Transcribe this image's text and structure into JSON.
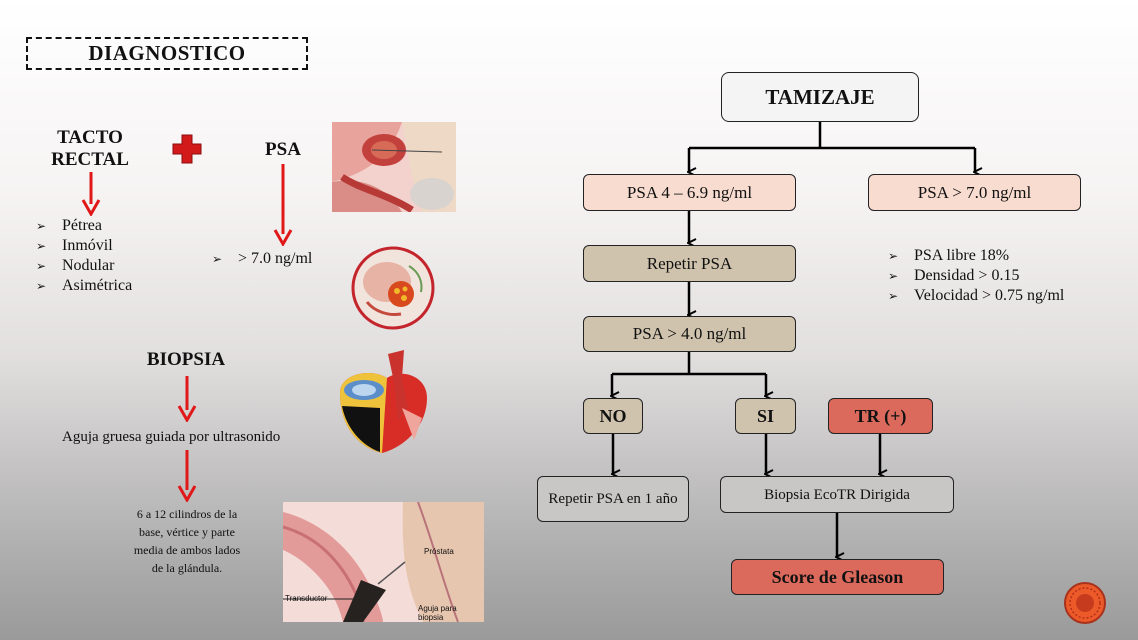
{
  "title": "DIAGNOSTICO",
  "tacto": {
    "heading": "TACTO RECTAL",
    "items": [
      "Pétrea",
      "Inmóvil",
      "Nodular",
      "Asimétrica"
    ]
  },
  "psa": {
    "heading": "PSA",
    "item": "> 7.0 ng/ml"
  },
  "biopsia": {
    "heading": "BIOPSIA",
    "step1": "Aguja gruesa guiada por ultrasonido",
    "step2": "6 a 12 cilindros de la base, vértice y parte media de ambos lados de la glándula."
  },
  "ultrasound_labels": {
    "prostata": "Próstata",
    "transductor": "Transductor",
    "aguja": "Aguja para biopsia"
  },
  "flow": {
    "tamizaje": "TAMIZAJE",
    "psa_mid": "PSA 4 – 6.9 ng/ml",
    "psa_high": "PSA > 7.0 ng/ml",
    "repetir": "Repetir PSA",
    "psa_gt4": "PSA > 4.0 ng/ml",
    "no": "NO",
    "si": "SI",
    "tr": "TR (+)",
    "repetir_anio": "Repetir PSA en 1 año",
    "biopsia_eco": "Biopsia EcoTR Dirigida",
    "score": "Score de Gleason",
    "criteria": [
      "PSA libre 18%",
      "Densidad > 0.15",
      "Velocidad > 0.75 ng/ml"
    ]
  },
  "colors": {
    "pink": "#f8dccf",
    "tan": "#cfc3ad",
    "grey": "#c9c6c6",
    "red_box": "#db6a5d",
    "arrow_red": "#e01818",
    "cross_red": "#d21a1a"
  }
}
